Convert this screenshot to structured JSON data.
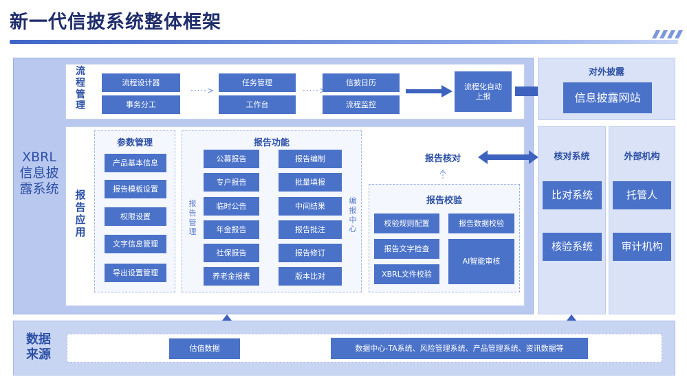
{
  "page_title": "新一代信披系统整体框架",
  "xbrl_label": [
    "XBRL",
    "信息披",
    "露系统"
  ],
  "flow": {
    "label": [
      "流",
      "程",
      "管",
      "理"
    ],
    "buttons": [
      "流程设计器",
      "事务分工",
      "任务管理",
      "工作台",
      "信披日历",
      "流程监控"
    ],
    "auto_report": [
      "流程化自动",
      "上报"
    ],
    "dots": "·····>"
  },
  "report_app": {
    "label": [
      "报",
      "告",
      "应",
      "用"
    ],
    "param": {
      "title": "参数管理",
      "items": [
        "产品基本信息",
        "报告模板设置",
        "权限设置",
        "文字信息管理",
        "导出设置管理"
      ]
    },
    "func": {
      "title": "报告功能",
      "side_left": [
        "报",
        "告",
        "管",
        "理"
      ],
      "side_right": [
        "编",
        "报",
        "中",
        "心"
      ],
      "left_items": [
        "公募报告",
        "专户报告",
        "临时公告",
        "年金报告",
        "社保报告",
        "养老金报表"
      ],
      "right_items": [
        "报告编制",
        "批量填报",
        "中间结果",
        "报告批注",
        "报告修订",
        "版本比对"
      ]
    },
    "reconcile_label": "报告核对",
    "check": {
      "title": "报告校验",
      "items": [
        "校验规则配置",
        "报告数据校验",
        "报告文字检查",
        "XBRL文件校验"
      ],
      "ai": "AI智能审核"
    }
  },
  "external_disclosure": {
    "title": "对外披露",
    "site": "信息披露网站"
  },
  "verify_system": {
    "title": "核对系统",
    "items": [
      "比对系统",
      "核验系统"
    ]
  },
  "external_org": {
    "title": "外部机构",
    "items": [
      "托管人",
      "审计机构"
    ]
  },
  "data_source": {
    "label": [
      "数据",
      "来源"
    ],
    "valuation": "估值数据",
    "center": "数据中心-TA系统、风险管理系统、产品管理系统、资讯数据等"
  },
  "colors": {
    "primary": "#4a72c9",
    "frame": "#b9c8ee",
    "title": "#1f2d6b",
    "label": "#2c4fa6"
  }
}
